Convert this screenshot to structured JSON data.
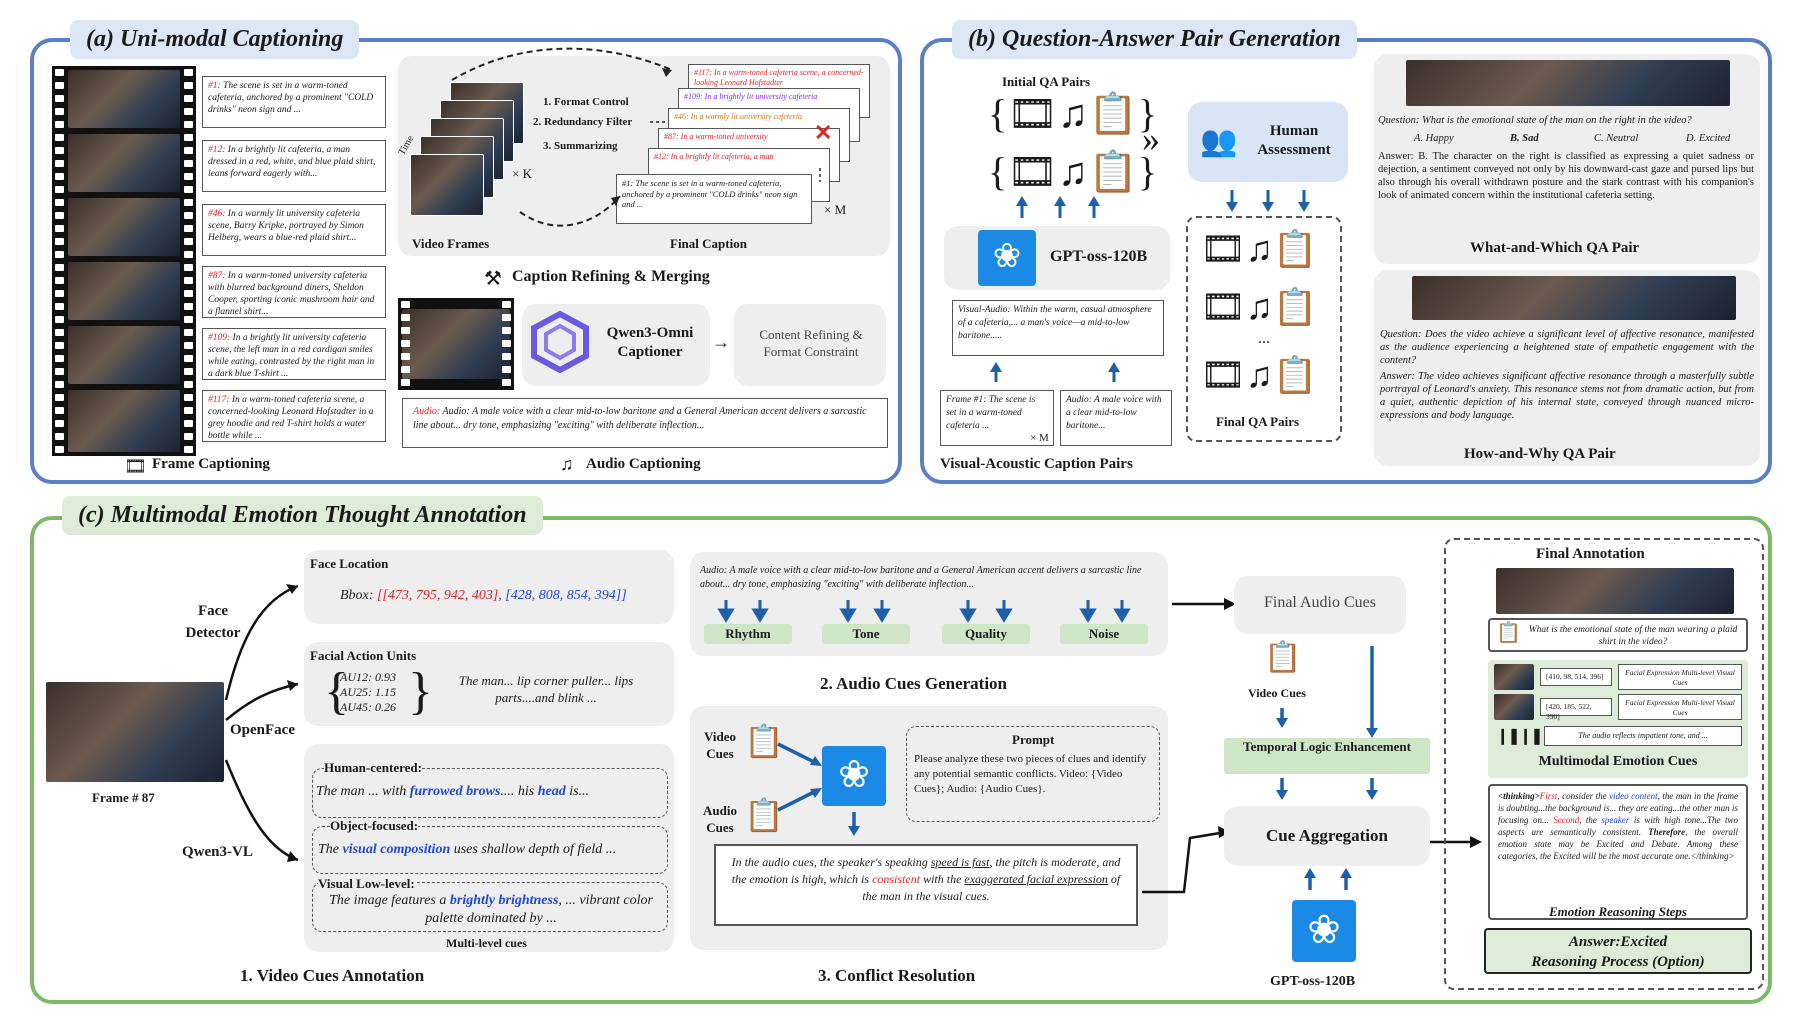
{
  "panel_a": {
    "title": "(a) Uni-modal Captioning",
    "frame_captions": [
      {
        "id": "#1:",
        "text": " The scene is set in a warm-toned cafeteria, anchored by a prominent \"COLD drinks\" neon sign and ..."
      },
      {
        "id": "#12:",
        "text": " In a brightly lit cafeteria, a man dressed in a red, white, and blue plaid shirt, leans forward eagerly with..."
      },
      {
        "id": "#46:",
        "text": " In a warmly lit university cafeteria scene, Barry Kripke, portrayed by Simon Helberg, wears a blue-red plaid shirt..."
      },
      {
        "id": "#87:",
        "text": " In a warm-toned university cafeteria with blurred background diners, Sheldon Cooper, sporting iconic mushroom hair and a flannel shirt..."
      },
      {
        "id": "#109:",
        "text": " In a brightly lit university cafeteria scene, the left man in a red cardigan smiles while eating, contrasted by the right man in a dark blue T-shirt ..."
      },
      {
        "id": "#117:",
        "text": " In a warm-toned cafeteria scene, a concerned-looking Leonard Hofstadter in a grey hoodie and red T-shirt holds a water bottle while ..."
      }
    ],
    "frame_captioning_label": "Frame Captioning",
    "audio_captioning_label": "Audio Captioning",
    "time_label": "Time",
    "k_label": "× K",
    "m_label": "× M",
    "steps": [
      "1. Format Control",
      "2. Redundancy Filter",
      "3. Summarizing"
    ],
    "stack_captions": [
      "#117: In a warm-toned cafeteria scene, a concerned-looking Leonard Hofstadter",
      "#109: In a brightly lit university cafeteria",
      "#46: In a warmly lit university cafeteria",
      "#87: In a warm-toned university",
      "#12: In a brightly lit cafeteria, a man",
      "#1: The scene is set in a warm-toned cafeteria, anchored by a prominent \"COLD drinks\" neon sign and ..."
    ],
    "video_frames_label": "Video Frames",
    "final_caption_label": "Final Caption",
    "refining_label": "Caption Refining & Merging",
    "qwen_label": "Qwen3-Omni Captioner",
    "content_refining_label": "Content Refining & Format Constraint",
    "audio_caption": "Audio: A male voice with a clear mid-to-low baritone and a General American accent delivers a sarcastic line about... dry tone, emphasizing \"exciting\" with deliberate inflection..."
  },
  "panel_b": {
    "title": "(b) Question-Answer Pair Generation",
    "initial_qa_label": "Initial QA Pairs",
    "human_assessment_label": "Human Assessment",
    "gpt_label": "GPT-oss-120B",
    "visual_audio_caption": "Visual-Audio: Within the warm, casual atmosphere of a cafeteria,... a man's voice—a mid-to-low baritone.....",
    "frame_caption": "Frame #1: The scene is set in a warm-toned cafeteria ...",
    "audio_caption_small": "Audio: A male voice with a clear mid-to-low baritone...",
    "m_label": "× M",
    "ellipsis": "...",
    "final_qa_label": "Final QA Pairs",
    "va_pairs_label": "Visual-Acoustic Caption Pairs",
    "wa_question": "Question: What is the emotional state of the man on the right in the video?",
    "wa_options": [
      "A. Happy",
      "B. Sad",
      "C. Neutral",
      "D. Excited"
    ],
    "wa_answer": "Answer: B. The character on the right is classified as expressing a quiet sadness or dejection, a sentiment conveyed not only by his downward-cast gaze and pursed lips but also through his overall withdrawn posture and the stark contrast with his companion's look of animated concern within the institutional cafeteria setting.",
    "wa_label": "What-and-Which QA Pair",
    "hw_question": "Question: Does the video achieve a significant level of affective resonance, manifested as the audience experiencing a heightened state of empathetic engagement with the content?",
    "hw_answer": "Answer: The video achieves significant affective resonance through a masterfully subtle portrayal of Leonard's anxiety. This resonance stems not from dramatic action, but from a quiet, authentic depiction of his internal state, conveyed through nuanced micro-expressions and body language.",
    "hw_label": "How-and-Why QA Pair"
  },
  "panel_c": {
    "title": "(c) Multimodal Emotion Thought Annotation",
    "face_detector_label": "Face Detector",
    "openface_label": "OpenFace",
    "qwen_vl_label": "Qwen3-VL",
    "frame_label": "Frame # 87",
    "face_location_label": "Face Location",
    "bbox_prefix": "Bbox: ",
    "bbox_a": "[[473, 795, 942, 403]",
    "bbox_b": ", [428, 808, 854, 394]]",
    "fau_label": "Facial Action Units",
    "au_values": [
      "AU12: 0.93",
      "AU25: 1.15",
      "AU45: 0.26"
    ],
    "fau_text": "The man... lip corner puller... lips parts....and blink ...",
    "human_centered_label": "Human-centered:",
    "human_centered_text_a": "The man ... with ",
    "human_centered_text_b": "furrowed brows",
    "human_centered_text_c": ".... his ",
    "human_centered_text_d": "head",
    "human_centered_text_e": " is...",
    "object_focused_label": "Object-focused:",
    "object_text_a": "The ",
    "object_text_b": "visual composition",
    "object_text_c": " uses shallow depth of field ...",
    "visual_low_label": "Visual Low-level:",
    "visual_low_text_a": "The image features a ",
    "visual_low_text_b": "brightly brightness",
    "visual_low_text_c": ", ... vibrant color palette dominated by ...",
    "multilevel_label": "Multi-level cues",
    "video_cues_annotation_label": "1. Video Cues Annotation",
    "audio_cue_text": "Audio: A male voice with a clear mid-to-low baritone and a General American accent delivers a sarcastic line about... dry tone, emphasizing \"exciting\" with deliberate inflection...",
    "audio_chips": [
      "Rhythm",
      "Tone",
      "Quality",
      "Noise"
    ],
    "audio_cues_gen_label": "2. Audio Cues Generation",
    "video_cues_label": "Video Cues",
    "audio_cues_label": "Audio Cues",
    "prompt_label": "Prompt",
    "prompt_text": "Please analyze these two pieces of clues and identify any potential semantic conflicts. Video: {Video Cues}; Audio: {Audio Cues}.",
    "conflict_text_a": "In the audio cues, the speaker's speaking ",
    "conflict_text_b": "speed is fast",
    "conflict_text_c": ", the pitch is moderate, and the emotion is high, which is ",
    "conflict_text_d": "consistent",
    "conflict_text_e": " with the ",
    "conflict_text_f": "exaggerated facial expression",
    "conflict_text_g": " of the man in the visual cues.",
    "conflict_label": "3. Conflict Resolution",
    "final_audio_cues_label": "Final Audio Cues",
    "video_cues_right_label": "Video Cues",
    "temporal_label": "Temporal Logic Enhancement",
    "cue_aggregation_label": "Cue Aggregation",
    "gpt_label": "GPT-oss-120B",
    "final_annotation_label": "Final Annotation",
    "final_question": "What is the emotional state of the man wearing a plaid shirt in the video?",
    "mm_rows": [
      {
        "box": "[410, 98, 514, 396]",
        "cue": "Facial Expression Multi-level Visual Cues"
      },
      {
        "box": "[420, 185, 522, 390]",
        "cue": "Facial Expression Multi-level Visual Cues"
      },
      {
        "box": "",
        "cue": "The audio reflects impatient tone, and ..."
      }
    ],
    "mm_label": "Multimodal Emotion Cues",
    "thinking_a": "<thinking>",
    "thinking_b": "First",
    "thinking_c": ", consider the ",
    "thinking_d": "video content",
    "thinking_e": ", the man in the frame is doubting...the background is... they are eating...the other man is focusing on... ",
    "thinking_f": "Second",
    "thinking_g": ", the ",
    "thinking_h": "speaker",
    "thinking_i": " is with high tone...The two aspects are semantically consistent. ",
    "thinking_j": "Therefore",
    "thinking_k": ", the overall emotion state may be Excited and Debate. Among these categories, the Excited will be the most accurate one.</thinking>",
    "reasoning_label": "Emotion Reasoning Steps",
    "answer_line1": "Answer:Excited",
    "answer_line2": "Reasoning Process (Option)"
  }
}
